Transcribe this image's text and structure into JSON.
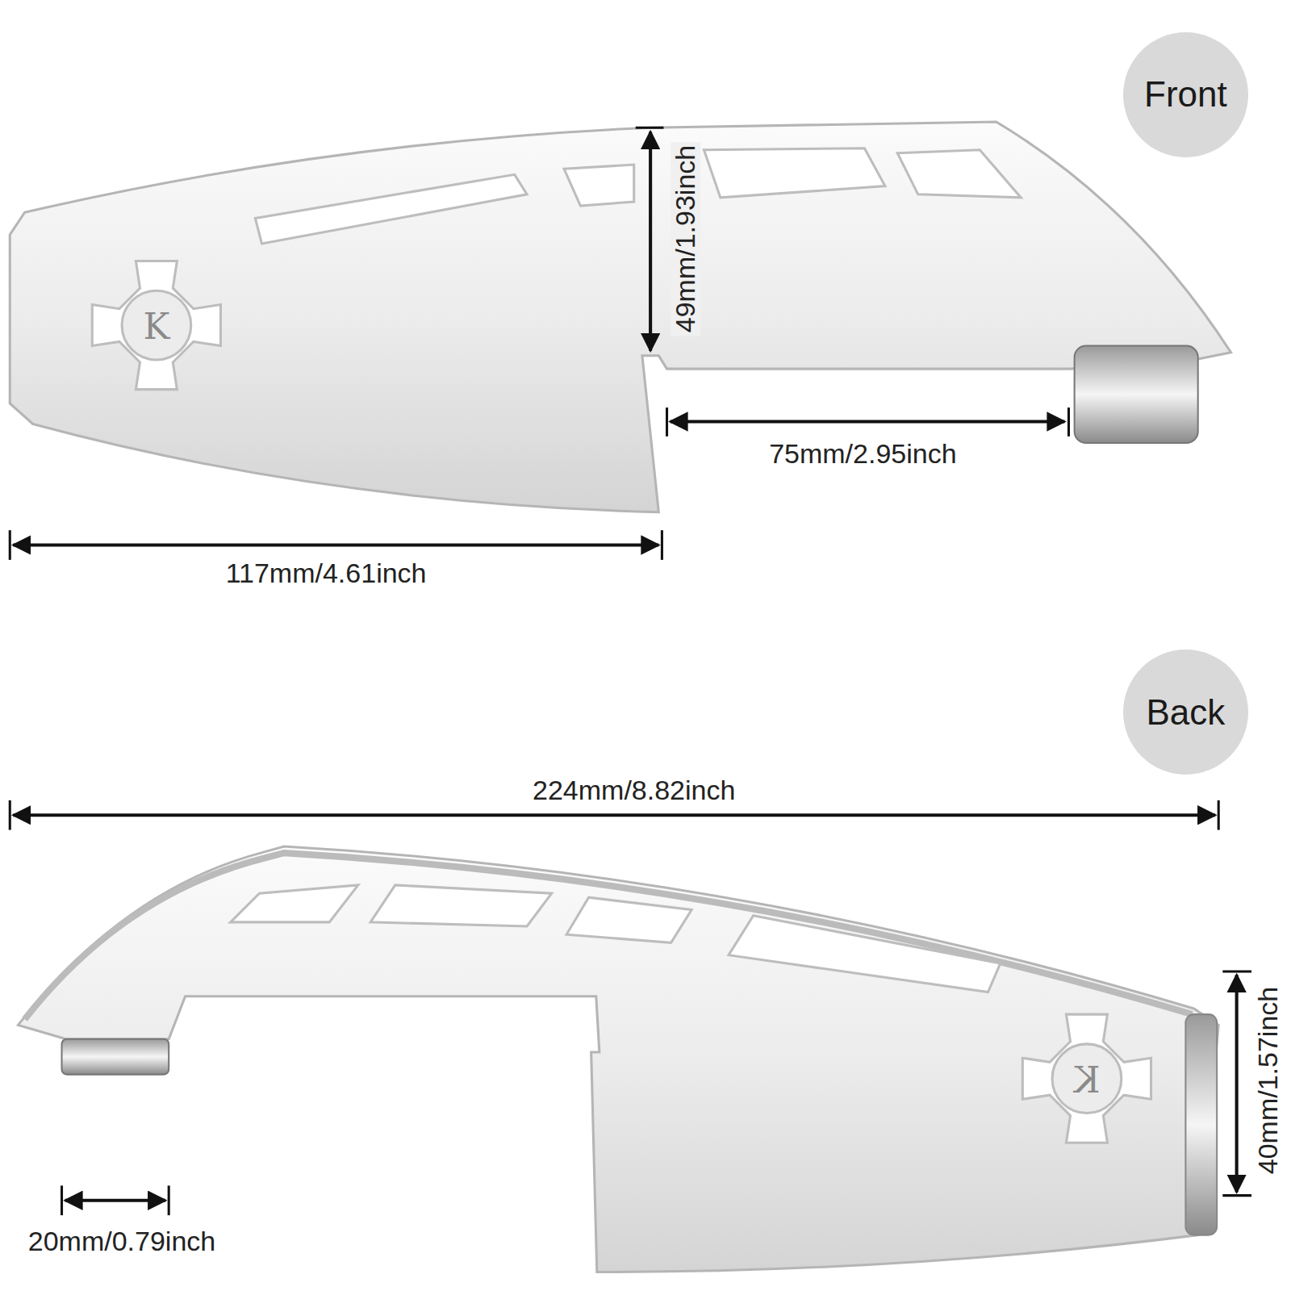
{
  "diagram": {
    "nodes": [
      {
        "text": [
          "Front"
        ]
      },
      {
        "text": [
          "Back"
        ]
      }
    ],
    "labels": [
      "49mm/1.93inch",
      "75mm/2.95inch",
      "117mm/4.61inch",
      "224mm/8.82inch",
      "40mm/1.57inch",
      "20mm/0.79inch",
      "K",
      "K"
    ]
  }
}
